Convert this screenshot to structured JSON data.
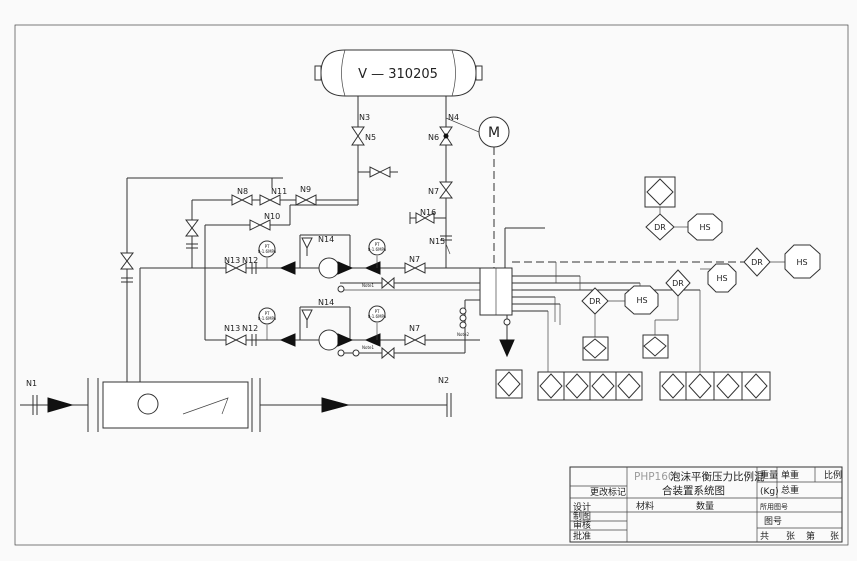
{
  "vessel": {
    "tag": "V — 310205"
  },
  "motor": {
    "symbol": "M"
  },
  "nozzles": {
    "n1": "N1",
    "n2": "N2",
    "n3": "N3",
    "n4": "N4",
    "n5": "N5",
    "n6": "N6",
    "n7": "N7",
    "n8": "N8",
    "n9": "N9",
    "n10": "N10",
    "n11": "N11",
    "n12": "N12",
    "n13": "N13",
    "n14": "N14",
    "n15": "N15",
    "n16": "N16"
  },
  "instruments": {
    "pi": "PT",
    "pi_range": "0-1.6MPa",
    "note1": "Note1",
    "note2": "Note2",
    "dr": "DR",
    "hs": "HS"
  },
  "title_block": {
    "title_colored": "PHP160",
    "title_line1": "泡沫平衡压力比例混",
    "title_line2": "合装置系统图",
    "revision_mark": "更改标记",
    "weight": "重量",
    "weight_unit": "(Kg)",
    "unit_weight": "单重",
    "total_weight": "总重",
    "scale": "比例",
    "material": "材料",
    "quantity": "数量",
    "used_drawing_no": "所用图号",
    "drawing_no": "图号",
    "design": "设计",
    "drafting": "制图",
    "review": "审核",
    "approve": "批准",
    "total": "共",
    "sheets": "张",
    "sheet_no": "第",
    "sheet_suffix": "张"
  },
  "colors": {
    "line": "#333333",
    "title_accent": "#9b9b9b"
  }
}
